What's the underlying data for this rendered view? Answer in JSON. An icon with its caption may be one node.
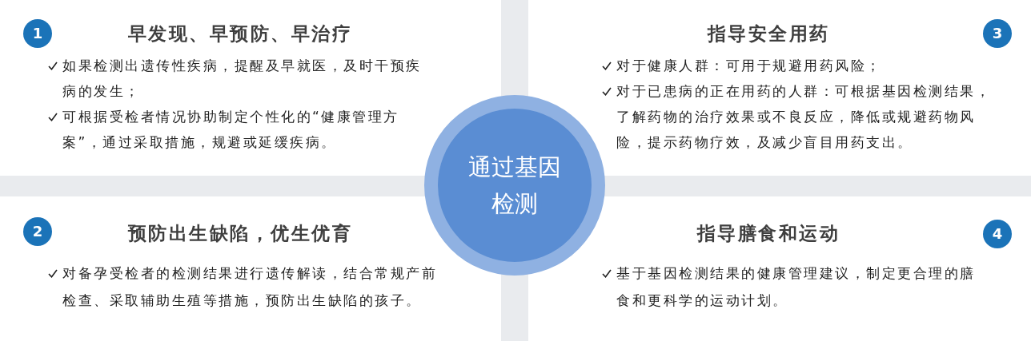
{
  "diagram": {
    "nodes": [
      {
        "text": [
          "早发现、早预防、早治疗",
          "如果检测出遗传性疾病，提醒及早就医，及时干预疾病的发生；",
          "可根据受检者情况协助制定个性化的“健康管理方案”，通过采取措施，规避或延缓疾病。"
        ]
      },
      {
        "text": [
          "1"
        ],
        "in": 0
      },
      {
        "text": [
          "指导安全用药",
          "对于健康人群：可用于规避用药风险；",
          "对于已患病的正在用药的人群：可根据基因检测结果，了解药物的治疗效果或不良反应，降低或规避药物风险，提示药物疗效，及减少盲目用药支出。"
        ]
      },
      {
        "text": [
          "3"
        ],
        "in": 2
      },
      {
        "text": [
          "通过基因检测"
        ]
      },
      {
        "text": [
          "预防出生缺陷，优生优育",
          "对备孕受检者的检测结果进行遗传解读，结合常规产前检查、采取辅助生殖等措施，预防出生缺陷的孩子。"
        ]
      },
      {
        "text": [
          "2"
        ],
        "in": 5
      },
      {
        "text": [
          "指导膳食和运动",
          "基于基因检测结果的健康管理建议，制定更合理的膳食和更科学的运动计划。"
        ]
      },
      {
        "text": [
          "4"
        ],
        "in": 7
      }
    ]
  }
}
